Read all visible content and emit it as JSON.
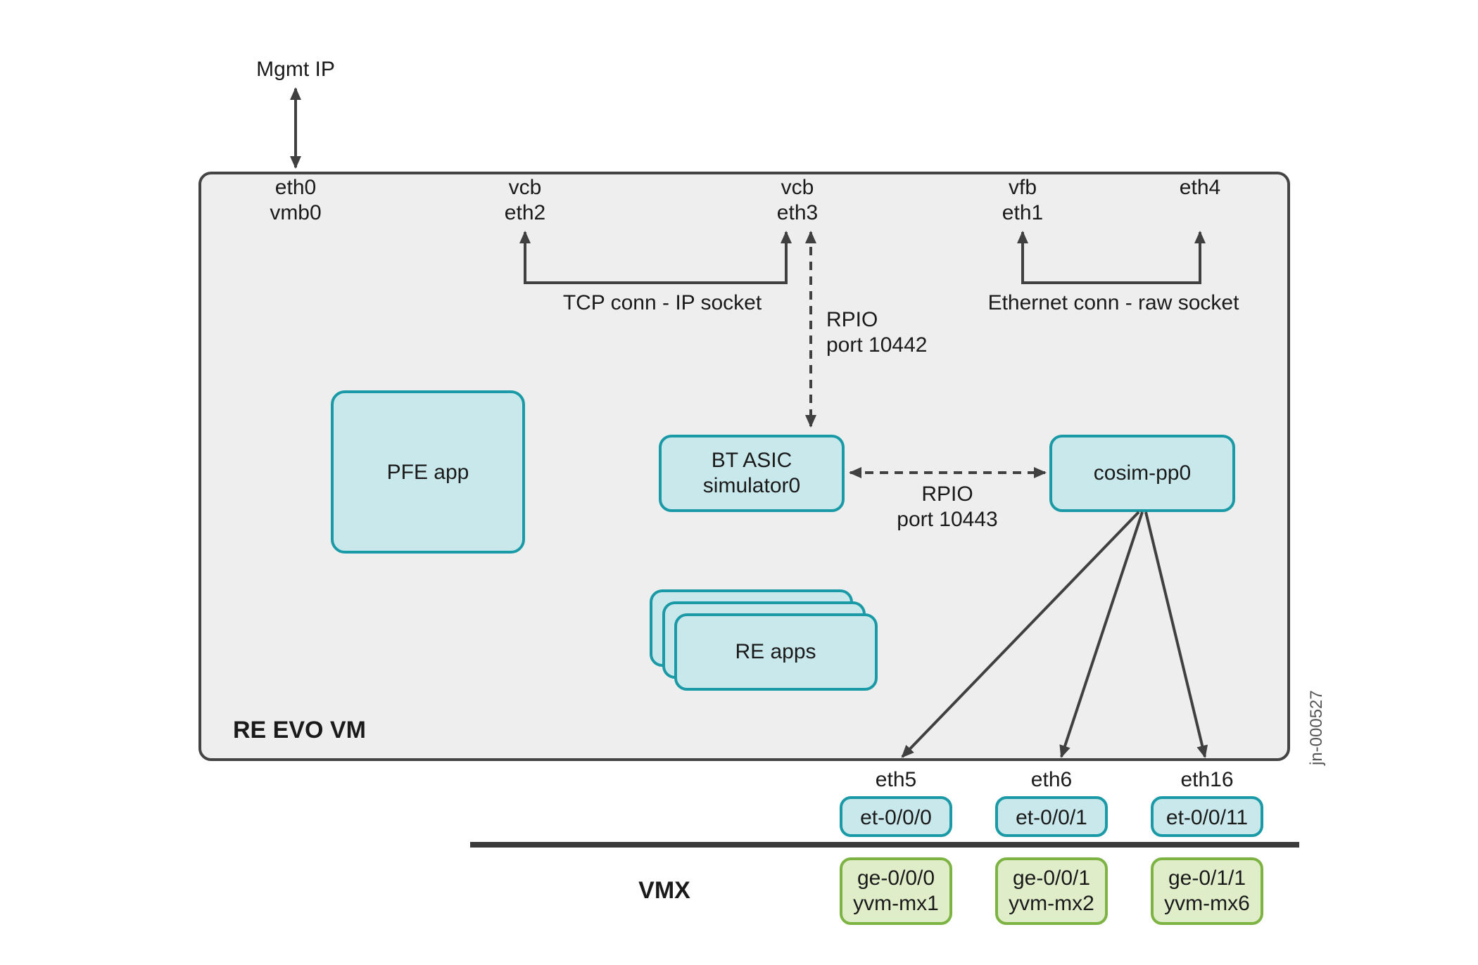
{
  "colors": {
    "vm_fill": "#eeeeee",
    "vm_stroke": "#444444",
    "teal_fill": "#c8e8eb",
    "teal_stroke": "#1a9aa6",
    "green_fill": "#e0edc9",
    "green_stroke": "#7cb342",
    "line": "#404040",
    "bus": "#3a3a3a"
  },
  "mgmt": {
    "label": "Mgmt IP"
  },
  "vm": {
    "label": "RE EVO VM"
  },
  "vmx": {
    "label": "VMX"
  },
  "ports": {
    "eth0": {
      "line1": "eth0",
      "line2": "vmb0"
    },
    "eth2": {
      "line1": "vcb",
      "line2": "eth2"
    },
    "eth3": {
      "line1": "vcb",
      "line2": "eth3"
    },
    "eth1": {
      "line1": "vfb",
      "line2": "eth1"
    },
    "eth4": {
      "line1": "eth4"
    }
  },
  "connections": {
    "tcp": "TCP conn - IP socket",
    "ethernet": "Ethernet conn - raw socket",
    "rpio_10442": {
      "line1": "RPIO",
      "line2": "port 10442"
    },
    "rpio_10443": {
      "line1": "RPIO",
      "line2": "port 10443"
    }
  },
  "boxes": {
    "pfe_app": "PFE app",
    "bt_asic": {
      "line1": "BT ASIC",
      "line2": "simulator0"
    },
    "cosim": "cosim-pp0",
    "re_apps": "RE apps"
  },
  "interfaces": [
    {
      "eth": "eth5",
      "et": "et-0/0/0",
      "ge": "ge-0/0/0",
      "yvm": "yvm-mx1"
    },
    {
      "eth": "eth6",
      "et": "et-0/0/1",
      "ge": "ge-0/0/1",
      "yvm": "yvm-mx2"
    },
    {
      "eth": "eth16",
      "et": "et-0/0/11",
      "ge": "ge-0/1/1",
      "yvm": "yvm-mx6"
    }
  ],
  "figure_id": "jn-000527"
}
